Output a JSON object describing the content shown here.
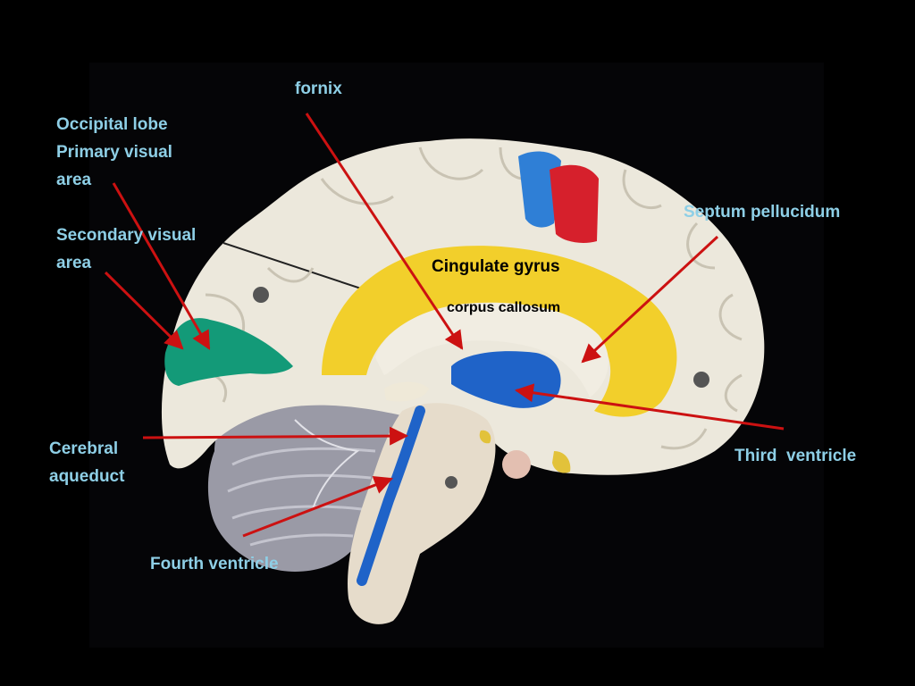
{
  "labels": {
    "fornix": "fornix",
    "occipital_1": "Occipital lobe",
    "occipital_2": "Primary visual",
    "occipital_3": "area",
    "secondary_1": "Secondary visual",
    "secondary_2": "area",
    "septum": "Septum pellucidum",
    "cingulate": "Cingulate gyrus",
    "corpus": "corpus callosum",
    "aqueduct_1": "Cerebral",
    "aqueduct_2": "aqueduct",
    "third": "Third  ventricle",
    "fourth": "Fourth ventricle"
  },
  "colors": {
    "background": "#000000",
    "label_text": "#8ecfe6",
    "arrow": "#cc1111",
    "cortex": "#ece8dc",
    "cingulate": "#f2cf2b",
    "ventricle": "#1f63c8",
    "visual_area": "#139a78",
    "cerebellum": "#9a9aa6"
  }
}
